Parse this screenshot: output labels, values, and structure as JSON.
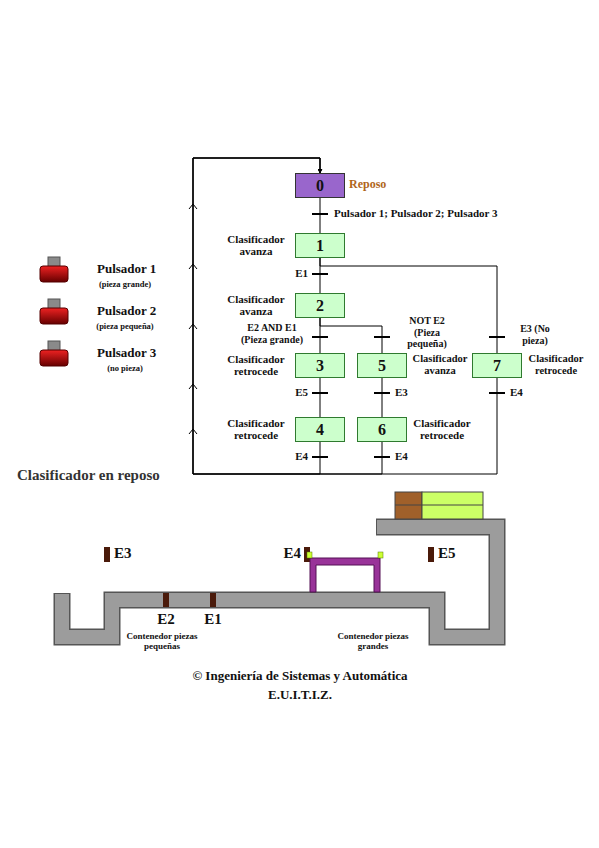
{
  "diagram": {
    "nodes": [
      {
        "text": [
          "0",
          "Reposo"
        ]
      },
      {
        "text": [
          "1",
          "Clasificador avanza"
        ]
      },
      {
        "text": [
          "2",
          "Clasificador avanza"
        ]
      },
      {
        "text": [
          "3",
          "Clasificador retrocede"
        ]
      },
      {
        "text": [
          "5",
          "Clasificador avanza"
        ]
      },
      {
        "text": [
          "7",
          "Clasificador retrocede"
        ]
      },
      {
        "text": [
          "4",
          "Clasificador retrocede"
        ]
      },
      {
        "text": [
          "6",
          "Clasificador retrocede"
        ]
      }
    ],
    "edges": [
      {
        "from": 0,
        "to": 1,
        "label": "Pulsador 1; Pulsador 2; Pulsador 3",
        "arrow": "none"
      },
      {
        "from": 1,
        "to": 2,
        "label": "E1",
        "arrow": "none"
      },
      {
        "from": 1,
        "to": 5,
        "label": "E3 (No pieza)",
        "arrow": "none"
      },
      {
        "from": 2,
        "to": 3,
        "label": "E2 AND E1 (Pieza grande)",
        "arrow": "none"
      },
      {
        "from": 2,
        "to": 4,
        "label": "NOT E2 (Pieza pequeña)",
        "arrow": "none"
      },
      {
        "from": 3,
        "to": 6,
        "label": "E5",
        "arrow": "none"
      },
      {
        "from": 4,
        "to": 7,
        "label": "E3",
        "arrow": "none"
      },
      {
        "from": 5,
        "to": 0,
        "label": "E4",
        "arrow": "to"
      },
      {
        "from": 6,
        "to": 0,
        "label": "E4",
        "arrow": "to"
      },
      {
        "from": 7,
        "to": 0,
        "label": "E4",
        "arrow": "to"
      }
    ],
    "labels": [
      "Pulsador 1",
      "(pieza grande)",
      "Pulsador 2",
      "(pieza pequeña)",
      "Pulsador 3",
      "(no pieza)",
      "Clasificador en reposo",
      "E3",
      "E4",
      "E5",
      "E2",
      "E1",
      "Contenedor piezas pequeñas",
      "Contenedor piezas grandes",
      "© Ingeniería de Sistemas y Automática",
      "E.U.I.T.I.Z."
    ]
  }
}
